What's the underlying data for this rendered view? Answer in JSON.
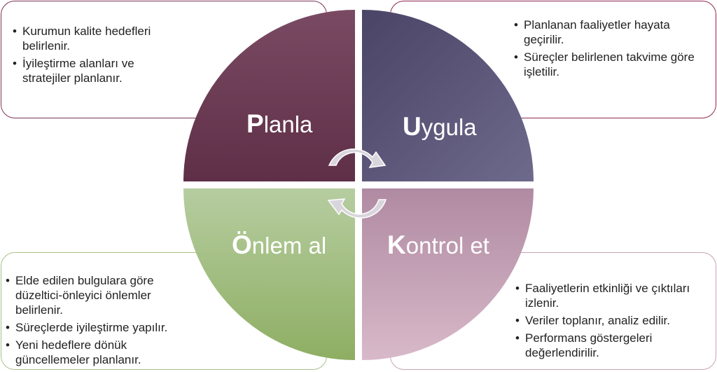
{
  "quadrants": {
    "plan": {
      "initial": "P",
      "rest": "lanla",
      "color_top": "#7a4a63",
      "color_bottom": "#5e2f47"
    },
    "do": {
      "initial": "U",
      "rest": "ygula",
      "color_top": "#4a4466",
      "color_bottom": "#6e6a8c"
    },
    "act": {
      "initial": "Ö",
      "rest": "nlem al",
      "color_top": "#b6cda0",
      "color_bottom": "#8eae63"
    },
    "check": {
      "initial": "K",
      "rest": "ontrol et",
      "color_top": "#b08aa2",
      "color_bottom": "#d8b9c9"
    }
  },
  "boxes": {
    "plan": [
      "Kurumun kalite hedefleri belirlenir.",
      "İyileştirme alanları ve stratejiler planlanır."
    ],
    "do": [
      "Planlanan faaliyetler hayata geçirilir.",
      "Süreçler belirlenen takvime göre işletilir."
    ],
    "act": [
      "Elde edilen bulgulara göre düzeltici-önleyici önlemler belirlenir.",
      "Süreçlerde iyileştirme yapılır.",
      "Yeni hedeflere dönük güncellemeler planlanır."
    ],
    "check": [
      "Faaliyetlerin etkinliği ve çıktıları izlenir.",
      "Veriler toplanır, analiz edilir.",
      "Performans göstergeleri değerlendirilir."
    ]
  },
  "icons": {
    "center": "cycle-arrows-icon"
  }
}
